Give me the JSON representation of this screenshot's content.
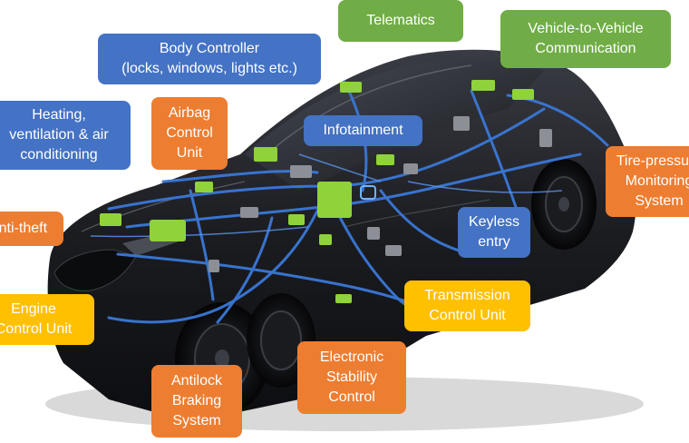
{
  "colors": {
    "blue": "#4472c4",
    "green": "#70ad47",
    "orange": "#ed7d31",
    "yellow": "#ffc000",
    "car_body": "#1b1c20",
    "wiring": "#3a78d8",
    "module": "#8fd23a"
  },
  "labels": {
    "telematics": "Telematics",
    "v2v": "Vehicle-to-Vehicle\nCommunication",
    "body_controller": "Body Controller\n(locks, windows, lights etc.)",
    "hvac": "Heating,\nventilation & air\nconditioning",
    "airbag": "Airbag\nControl\nUnit",
    "infotainment": "Infotainment",
    "tpms": "Tire-pressure\nMonitoring\nSystem",
    "anti_theft": "Anti-theft",
    "keyless": "Keyless\nentry",
    "engine": "Engine\nControl Unit",
    "transmission": "Transmission\nControl Unit",
    "esc": "Electronic\nStability\nControl",
    "abs": "Antilock\nBraking\nSystem"
  }
}
